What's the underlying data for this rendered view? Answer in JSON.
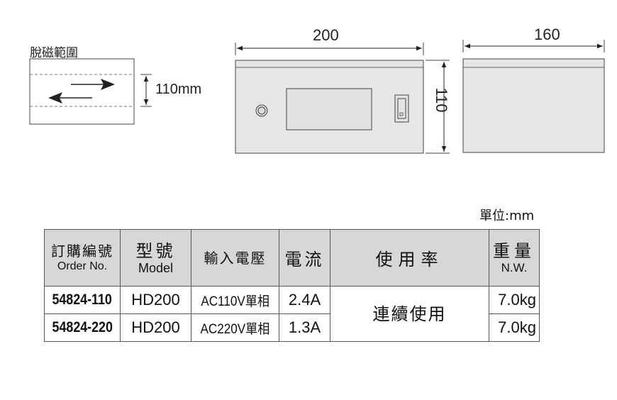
{
  "diagram": {
    "field_label": "脫磁範圍",
    "field_height": "110mm",
    "front_width": "200",
    "height": "110",
    "side_depth": "160"
  },
  "unit_note": "單位:mm",
  "table": {
    "headers": {
      "order_zh": "訂購編號",
      "order_en": "Order No.",
      "model_zh": "型號",
      "model_en": "Model",
      "input_zh": "輸入電壓",
      "current_zh": "電流",
      "usage_zh": "使用率",
      "weight_zh": "重量",
      "weight_en": "N.W."
    },
    "rows": [
      {
        "order": "54824-110",
        "model": "HD200",
        "input": "AC110V單相",
        "current": "2.4A",
        "weight": "7.0kg"
      },
      {
        "order": "54824-220",
        "model": "HD200",
        "input": "AC220V單相",
        "current": "1.3A",
        "weight": "7.0kg"
      }
    ],
    "usage_value": "連續使用"
  }
}
